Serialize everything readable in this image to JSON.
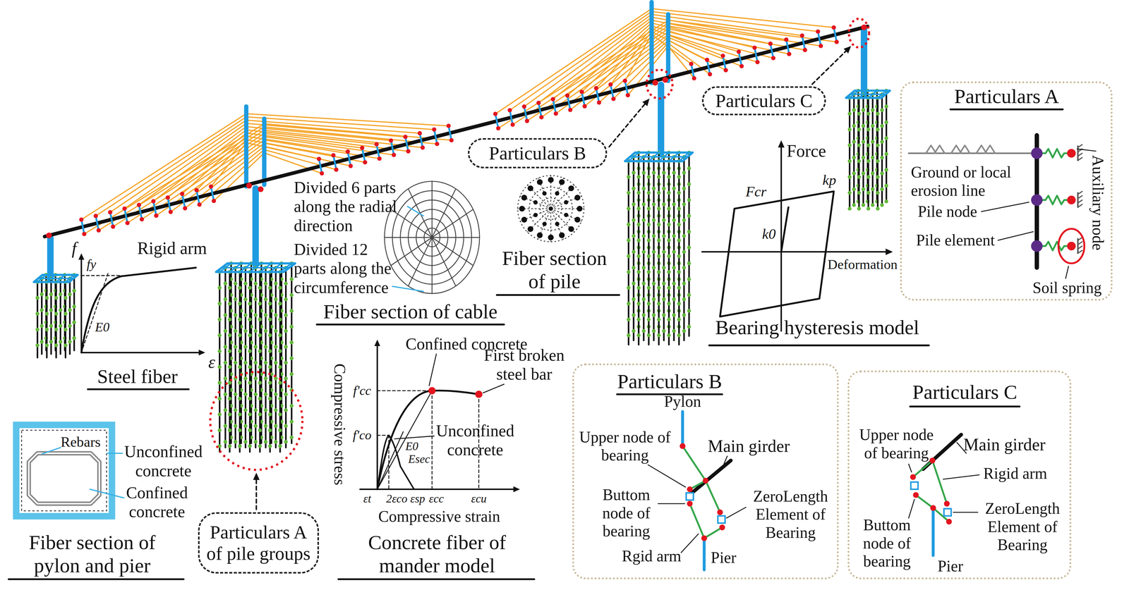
{
  "diagram": {
    "nodes": [
      {
        "text": [
          "Particulars C"
        ]
      },
      {
        "text": [
          "Particulars B"
        ]
      },
      {
        "text": [
          "Particulars A",
          "Ground or local erosion line",
          "Pile node",
          "Pile element",
          "Auxiliary node",
          "Soil spring"
        ]
      },
      {
        "text": [
          "Particulars A of pile groups"
        ]
      },
      {
        "text": [
          "Particulars B",
          "Pylon",
          "Upper node of bearing",
          "Main girder",
          "Buttom node of bearing",
          "ZeroLength Element of Bearing",
          "Rgid arm",
          "Pier"
        ]
      },
      {
        "text": [
          "Particulars C",
          "Upper node of bearing",
          "Main girder",
          "Rigid arm",
          "Buttom node of bearing",
          "ZeroLength Element of Bearing",
          "Pier"
        ]
      }
    ],
    "labels": [
      "Rigid arm",
      "f",
      "fy",
      "E0",
      "ε",
      "Steel fiber",
      "Divided 6 parts along the radial direction",
      "Divided 12 parts along the circumference",
      "Fiber section of cable",
      "Fiber section of pile",
      "Force",
      "Fcr",
      "kp",
      "k0",
      "Deformation",
      "Bearing hysteresis model",
      "Rebars",
      "Unconfined concrete",
      "Confined concrete",
      "Fiber section of pylon and pier",
      "Confined concrete",
      "First broken steel bar",
      "Compressive stress",
      "f'cc",
      "f'co",
      "E0",
      "Unconfined concrete",
      "Esec",
      "εt",
      "2εco",
      "εsp",
      "εcc",
      "εcu",
      "Compressive strain",
      "Concrete fiber of mander model"
    ]
  }
}
